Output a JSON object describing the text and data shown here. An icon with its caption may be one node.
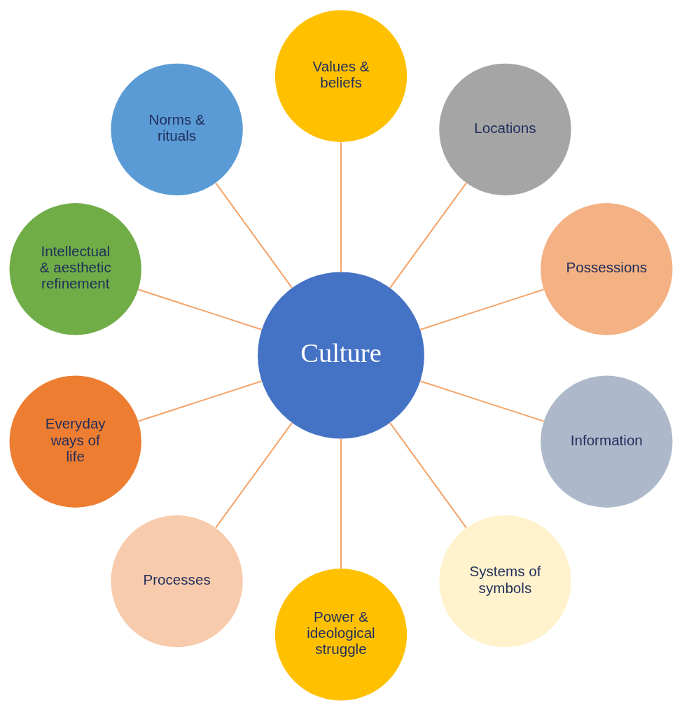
{
  "diagram": {
    "nodes": [
      {
        "text": [
          "Culture"
        ]
      },
      {
        "text": [
          "Possessions"
        ]
      },
      {
        "text": [
          "Locations"
        ]
      },
      {
        "text": [
          "Values & beliefs"
        ]
      },
      {
        "text": [
          "Norms & rituals"
        ]
      },
      {
        "text": [
          "Intellectual & aesthetic refinement"
        ]
      },
      {
        "text": [
          "Everyday ways of life"
        ]
      },
      {
        "text": [
          "Processes"
        ]
      },
      {
        "text": [
          "Power & ideological struggle"
        ]
      },
      {
        "text": [
          "Systems of symbols"
        ]
      },
      {
        "text": [
          "Information"
        ]
      }
    ],
    "edges": [
      {
        "from": 0,
        "to": 1,
        "arrow": "none"
      },
      {
        "from": 0,
        "to": 2,
        "arrow": "none"
      },
      {
        "from": 0,
        "to": 3,
        "arrow": "none"
      },
      {
        "from": 0,
        "to": 4,
        "arrow": "none"
      },
      {
        "from": 0,
        "to": 5,
        "arrow": "none"
      },
      {
        "from": 0,
        "to": 6,
        "arrow": "none"
      },
      {
        "from": 0,
        "to": 7,
        "arrow": "none"
      },
      {
        "from": 0,
        "to": 8,
        "arrow": "none"
      },
      {
        "from": 0,
        "to": 9,
        "arrow": "none"
      },
      {
        "from": 0,
        "to": 10,
        "arrow": "none"
      }
    ]
  }
}
